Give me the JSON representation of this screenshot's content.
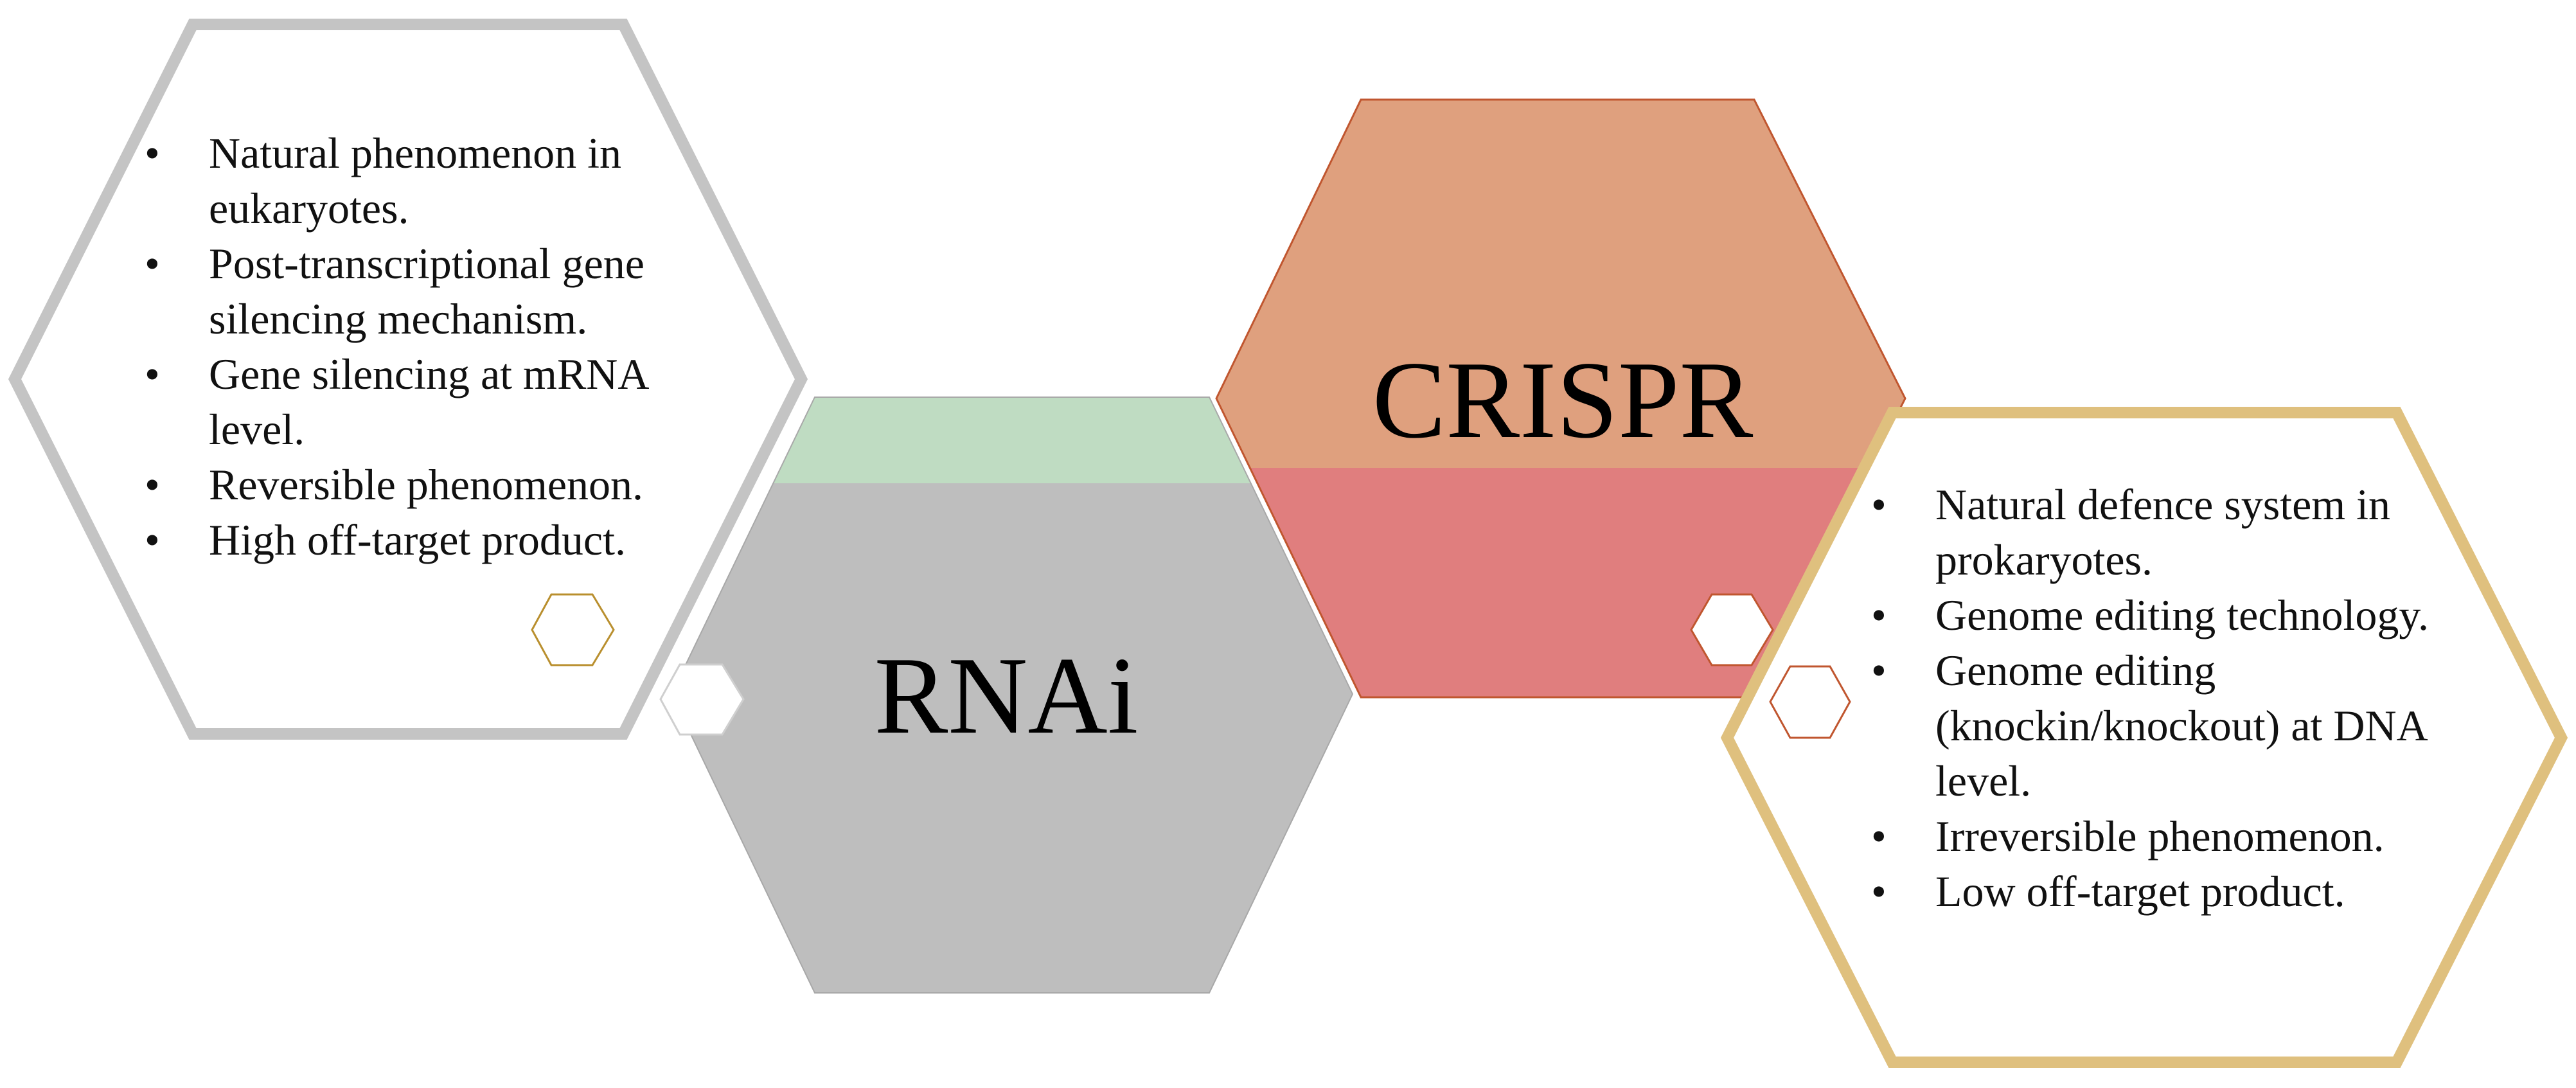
{
  "rnai": {
    "title": "RNAi",
    "points": [
      "Natural phenomenon in eukaryotes.",
      "Post-transcriptional gene silencing mechanism.",
      "Gene silencing at mRNA level.",
      "Reversible phenomenon.",
      "High off-target product."
    ]
  },
  "crispr": {
    "title": "CRISPR",
    "points": [
      "Natural defence system in prokaryotes.",
      "Genome editing technology.",
      "Genome editing (knockin/knockout) at DNA level.",
      "Irreversible phenomenon.",
      "Low off-target product."
    ]
  },
  "colors": {
    "rnai_outline": "#c4c4c4",
    "rnai_fill": "#bebebe",
    "rnai_band": "#bfdcc2",
    "crispr_top": "#dfa07e",
    "crispr_bottom": "#e07e7e",
    "crispr_edge": "#c0562f",
    "crispr_outline": "#dfc07e",
    "small_hex_gold": "#b98f2e",
    "small_hex_red": "#c0562f"
  }
}
